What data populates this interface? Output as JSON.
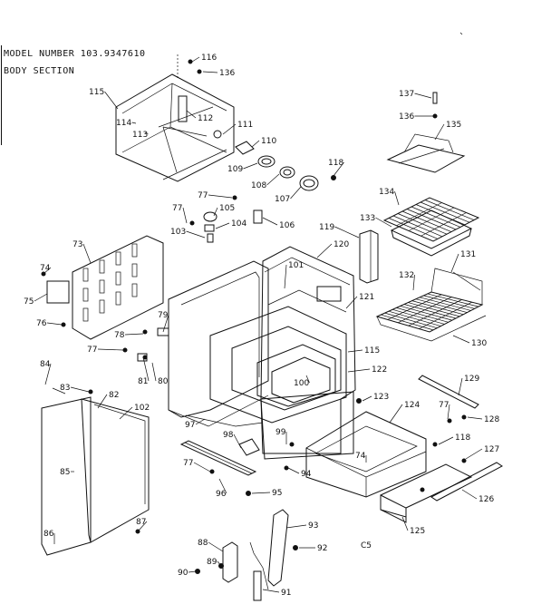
{
  "header": {
    "model_line": "MODEL NUMBER 103.9347610",
    "section_line": "BODY SECTION"
  },
  "corner_code": "C5",
  "callouts": [
    {
      "id": "116",
      "label": "116"
    },
    {
      "id": "136a",
      "label": "136"
    },
    {
      "id": "115a",
      "label": "115"
    },
    {
      "id": "112",
      "label": "112"
    },
    {
      "id": "114",
      "label": "114"
    },
    {
      "id": "113",
      "label": "113"
    },
    {
      "id": "111",
      "label": "111"
    },
    {
      "id": "110",
      "label": "110"
    },
    {
      "id": "109",
      "label": "109"
    },
    {
      "id": "108",
      "label": "108"
    },
    {
      "id": "107",
      "label": "107"
    },
    {
      "id": "118a",
      "label": "118"
    },
    {
      "id": "137",
      "label": "137"
    },
    {
      "id": "136b",
      "label": "136"
    },
    {
      "id": "135",
      "label": "135"
    },
    {
      "id": "134",
      "label": "134"
    },
    {
      "id": "133",
      "label": "133"
    },
    {
      "id": "131",
      "label": "131"
    },
    {
      "id": "132",
      "label": "132"
    },
    {
      "id": "130",
      "label": "130"
    },
    {
      "id": "77a",
      "label": "77"
    },
    {
      "id": "105",
      "label": "105"
    },
    {
      "id": "77b",
      "label": "77"
    },
    {
      "id": "104",
      "label": "104"
    },
    {
      "id": "103",
      "label": "103"
    },
    {
      "id": "106",
      "label": "106"
    },
    {
      "id": "119",
      "label": "119"
    },
    {
      "id": "120",
      "label": "120"
    },
    {
      "id": "73",
      "label": "73"
    },
    {
      "id": "74a",
      "label": "74"
    },
    {
      "id": "75",
      "label": "75"
    },
    {
      "id": "76",
      "label": "76"
    },
    {
      "id": "101",
      "label": "101"
    },
    {
      "id": "121",
      "label": "121"
    },
    {
      "id": "79",
      "label": "79"
    },
    {
      "id": "78",
      "label": "78"
    },
    {
      "id": "77c",
      "label": "77"
    },
    {
      "id": "115b",
      "label": "115"
    },
    {
      "id": "122",
      "label": "122"
    },
    {
      "id": "100",
      "label": "100"
    },
    {
      "id": "81",
      "label": "81"
    },
    {
      "id": "80",
      "label": "80"
    },
    {
      "id": "84",
      "label": "84"
    },
    {
      "id": "83",
      "label": "83"
    },
    {
      "id": "82",
      "label": "82"
    },
    {
      "id": "102",
      "label": "102"
    },
    {
      "id": "129",
      "label": "129"
    },
    {
      "id": "123",
      "label": "123"
    },
    {
      "id": "124",
      "label": "124"
    },
    {
      "id": "77d",
      "label": "77"
    },
    {
      "id": "128",
      "label": "128"
    },
    {
      "id": "97",
      "label": "97"
    },
    {
      "id": "99",
      "label": "99"
    },
    {
      "id": "118b",
      "label": "118"
    },
    {
      "id": "98",
      "label": "98"
    },
    {
      "id": "127",
      "label": "127"
    },
    {
      "id": "74b",
      "label": "74"
    },
    {
      "id": "85",
      "label": "85"
    },
    {
      "id": "77e",
      "label": "77"
    },
    {
      "id": "94",
      "label": "94"
    },
    {
      "id": "96",
      "label": "96"
    },
    {
      "id": "95",
      "label": "95"
    },
    {
      "id": "126",
      "label": "126"
    },
    {
      "id": "125",
      "label": "125"
    },
    {
      "id": "86",
      "label": "86"
    },
    {
      "id": "87",
      "label": "87"
    },
    {
      "id": "93",
      "label": "93"
    },
    {
      "id": "88",
      "label": "88"
    },
    {
      "id": "92",
      "label": "92"
    },
    {
      "id": "89",
      "label": "89"
    },
    {
      "id": "90",
      "label": "90"
    },
    {
      "id": "91",
      "label": "91"
    }
  ]
}
